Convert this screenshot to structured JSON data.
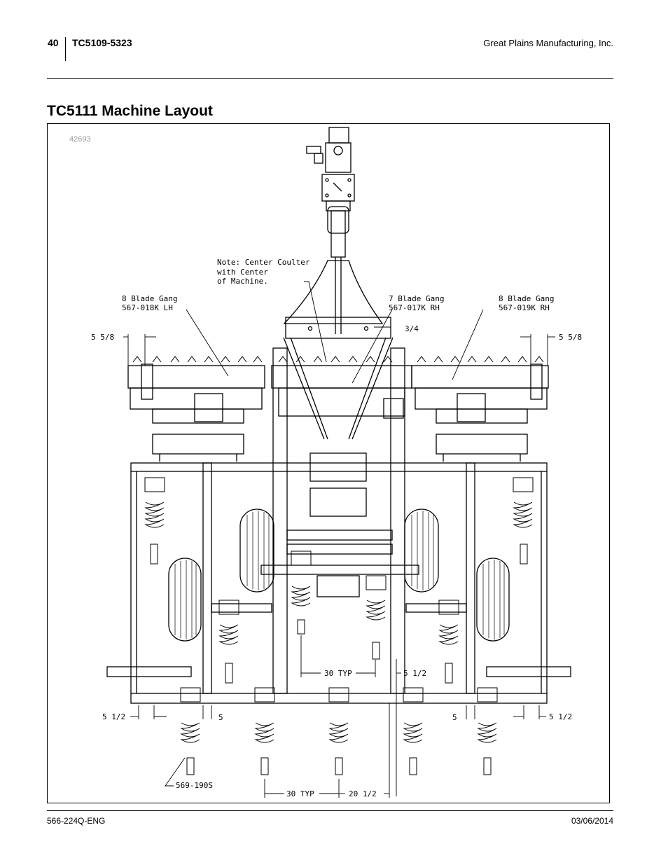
{
  "header": {
    "page_number": "40",
    "doc_code": "TC5109-5323",
    "company": "Great Plains Manufacturing, Inc."
  },
  "page_title": "TC5111 Machine Layout",
  "figure": {
    "id": "42693",
    "note_line1": "Note: Center Coulter",
    "note_line2": "with Center",
    "note_line3": "of Machine.",
    "gang_left_line1": "8 Blade Gang",
    "gang_left_line2": "567-018K LH",
    "gang_center_line1": "7 Blade Gang",
    "gang_center_line2": "567-017K RH",
    "gang_right_line1": "8 Blade Gang",
    "gang_right_line2": "567-019K RH",
    "dim_left_top": "5 5/8",
    "dim_right_top": "5 5/8",
    "dim_three_quarter": "3/4",
    "dim_30_typ_upper": "30 TYP",
    "dim_5_half_upper": "5 1/2",
    "dim_5_half_left": "5 1/2",
    "dim_5_left": "5",
    "dim_5_right": "5",
    "dim_5_half_right": "5 1/2",
    "part_shank": "569-190S",
    "dim_30_typ_lower": "30 TYP",
    "dim_20_half": "20 1/2"
  },
  "footer": {
    "doc_number": "566-224Q-ENG",
    "date": "03/06/2014"
  }
}
